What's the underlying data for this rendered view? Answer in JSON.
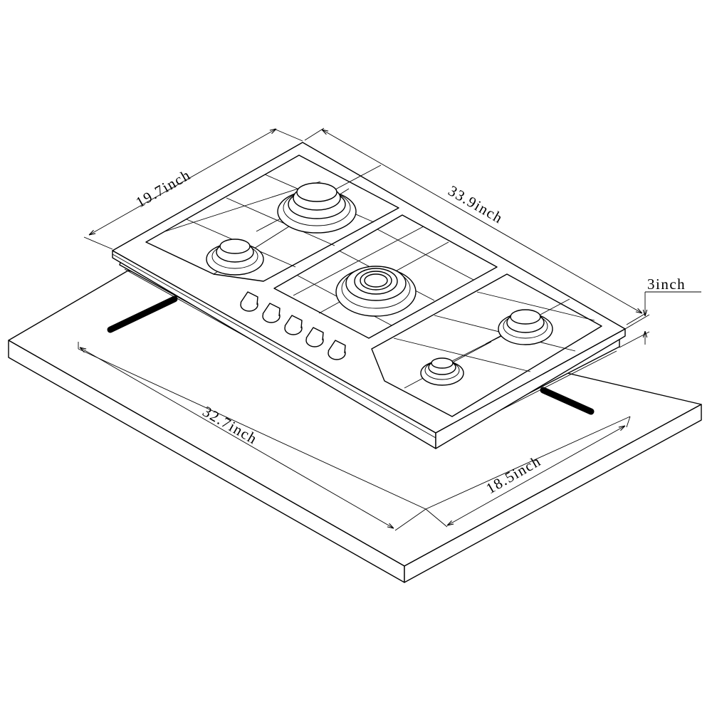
{
  "dimensions": {
    "depth": "19.7inch",
    "width": "33.9inch",
    "height": "3inch",
    "cutout_width": "32.7inch",
    "cutout_depth": "18.5inch"
  }
}
